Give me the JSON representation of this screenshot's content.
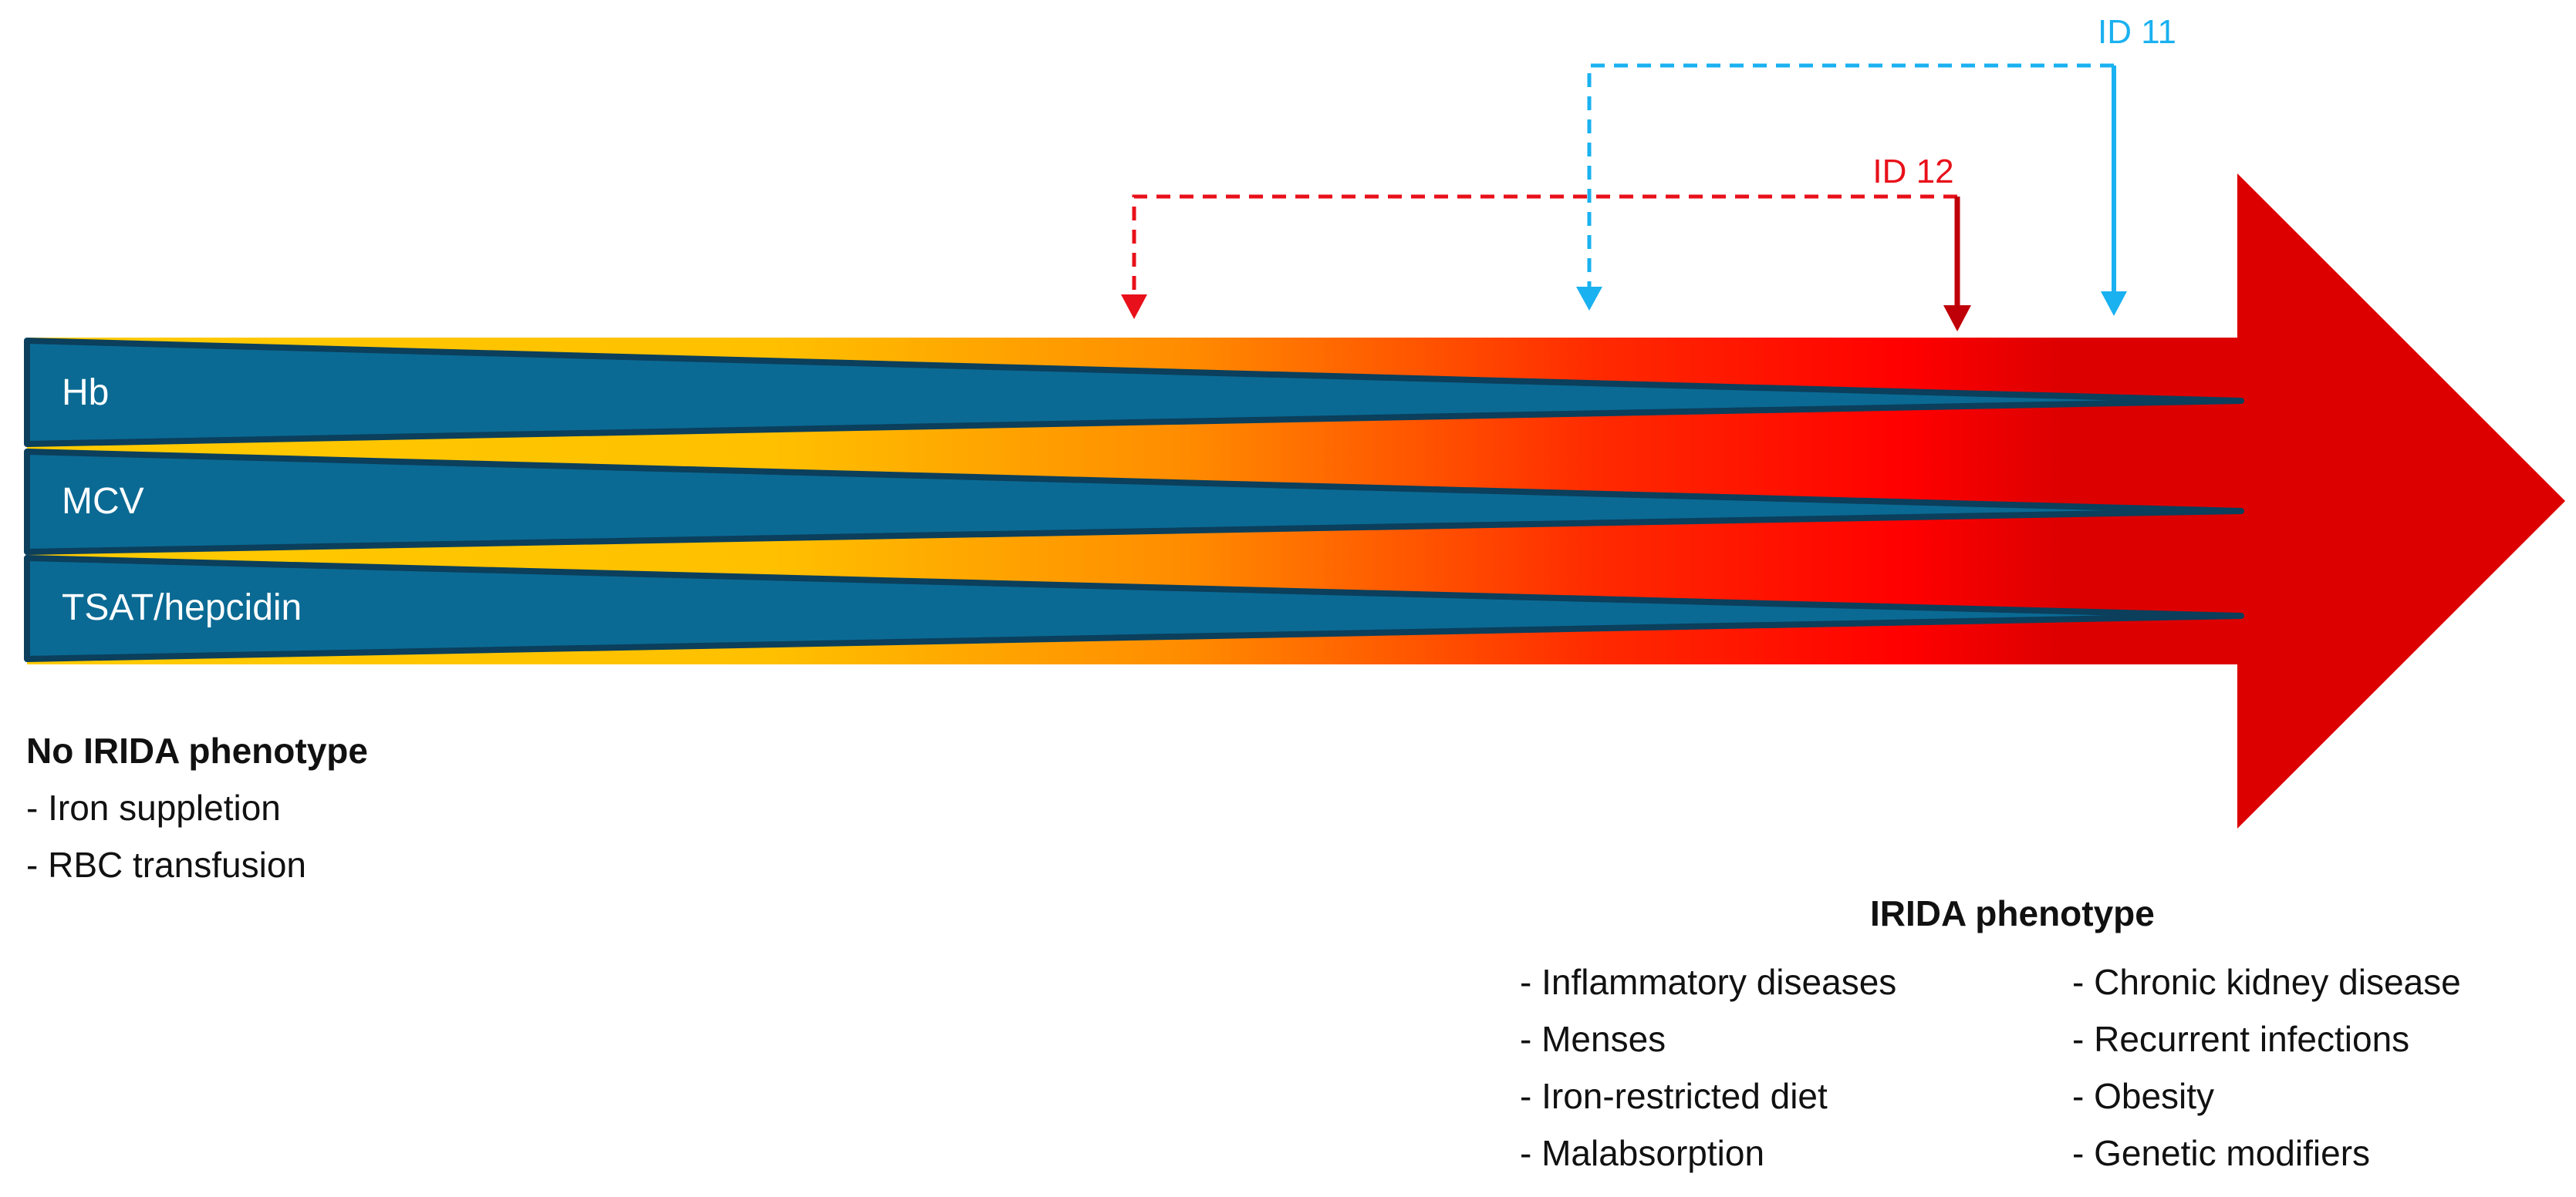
{
  "wedges": [
    {
      "label": "Hb"
    },
    {
      "label": "MCV"
    },
    {
      "label": "TSAT/hepcidin"
    }
  ],
  "markers": [
    {
      "label": "ID 11",
      "color": "#1ab1f0"
    },
    {
      "label": "ID 12",
      "color": "#e8101a"
    }
  ],
  "no_irida": {
    "heading": "No IRIDA phenotype",
    "items": [
      "- Iron suppletion",
      "- RBC transfusion"
    ]
  },
  "irida": {
    "heading": "IRIDA phenotype",
    "col1": [
      "- Inflammatory diseases",
      "- Menses",
      "- Iron-restricted diet",
      "- Malabsorption"
    ],
    "col2": [
      "- Chronic kidney disease",
      "- Recurrent infections",
      "- Obesity",
      "- Genetic modifiers"
    ]
  },
  "colors": {
    "wedge_fill": "#0a6a94",
    "wedge_stroke": "#0b3f5c",
    "gradient": [
      "#ffcc00",
      "#ff8c00",
      "#ff2a00",
      "#ff0000",
      "#d80000"
    ]
  }
}
